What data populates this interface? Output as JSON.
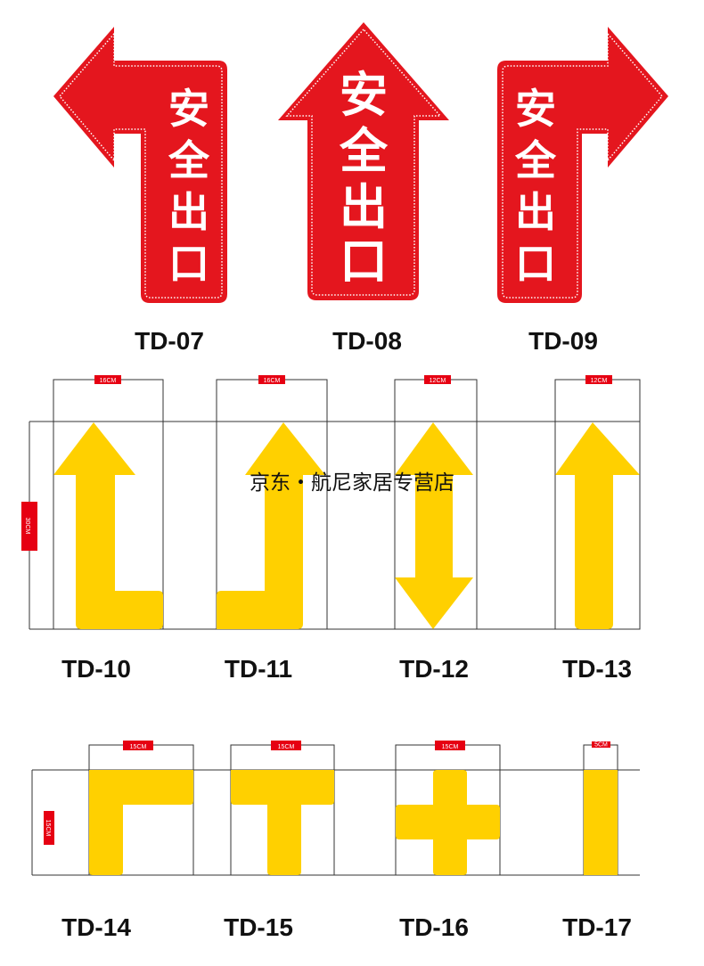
{
  "colors": {
    "sign_red": "#E4161E",
    "floor_yellow": "#FFD000",
    "dimension_red": "#E60012"
  },
  "signs": [
    {
      "code": "TD-07",
      "text": [
        "安",
        "全",
        "出",
        "口"
      ],
      "direction": "left"
    },
    {
      "code": "TD-08",
      "text": [
        "安",
        "全",
        "出",
        "口"
      ],
      "direction": "up"
    },
    {
      "code": "TD-09",
      "text": [
        "安",
        "全",
        "出",
        "口"
      ],
      "direction": "right"
    }
  ],
  "arrows": [
    {
      "code": "TD-10",
      "width_label": "16CM"
    },
    {
      "code": "TD-11",
      "width_label": "16CM"
    },
    {
      "code": "TD-12",
      "width_label": "12CM"
    },
    {
      "code": "TD-13",
      "width_label": "12CM"
    }
  ],
  "arrows_height_label": "30CM",
  "watermark": "京东・航尼家居专营店",
  "markers": [
    {
      "code": "TD-14",
      "width_label": "15CM"
    },
    {
      "code": "TD-15",
      "width_label": "15CM"
    },
    {
      "code": "TD-16",
      "width_label": "15CM"
    },
    {
      "code": "TD-17",
      "width_label": "5CM"
    }
  ],
  "markers_height_label": "15CM"
}
